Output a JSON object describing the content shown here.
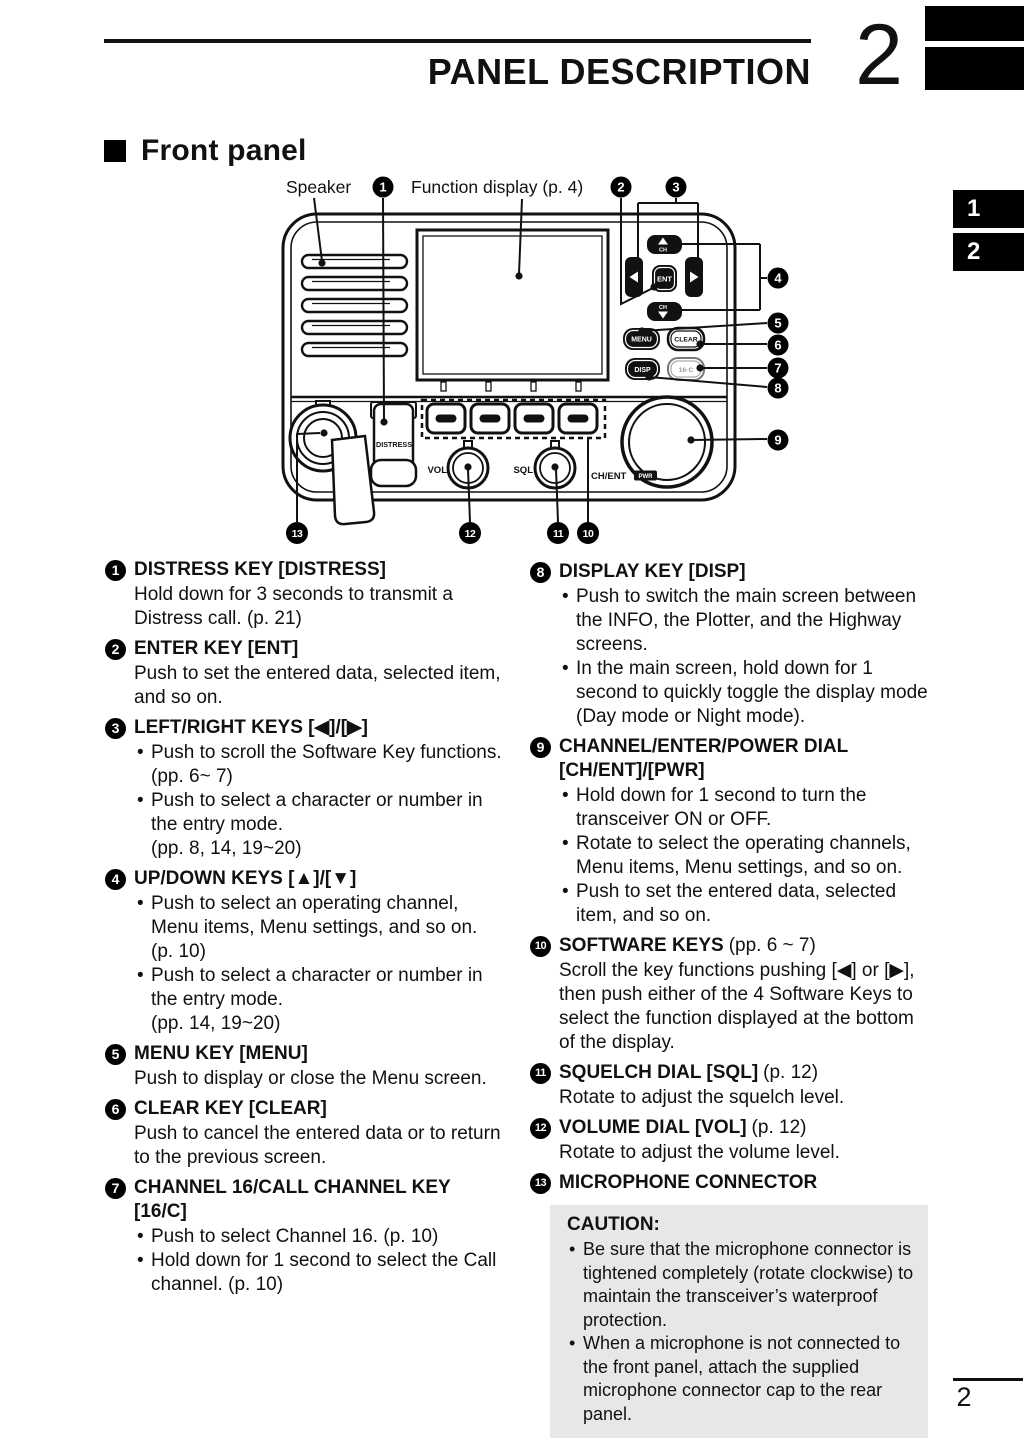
{
  "header": {
    "title": "PANEL DESCRIPTION",
    "chapter_number": "2"
  },
  "side_tabs": {
    "tab1": "1",
    "tab2": "2"
  },
  "section": {
    "heading": "Front panel"
  },
  "diagram": {
    "labels": {
      "speaker": "Speaker",
      "function_display": "Function display (p. 4)",
      "distress": "DISTRESS",
      "vol": "VOL",
      "sql": "SQL",
      "ch_ent": "CH/ENT",
      "pwr": "PWR",
      "ch": "CH"
    },
    "buttons": {
      "ent": "ENT",
      "menu": "MENU",
      "clear": "CLEAR",
      "disp": "DISP",
      "ch16": "16·C"
    },
    "callouts": [
      "1",
      "2",
      "3",
      "4",
      "5",
      "6",
      "7",
      "8",
      "9",
      "10",
      "11",
      "12",
      "13"
    ]
  },
  "items": [
    {
      "num": "1",
      "title": "DISTRESS KEY [DISTRESS]",
      "paragraphs": [
        "Hold down for 3 seconds to transmit a Distress call. (p. 21)"
      ]
    },
    {
      "num": "2",
      "title": "ENTER KEY [ENT]",
      "paragraphs": [
        "Push to set the entered data, selected item, and so on."
      ]
    },
    {
      "num": "3",
      "title": "LEFT/RIGHT KEYS [◀]/[▶]",
      "bullets": [
        "Push to scroll the Software Key functions. (pp. 6~ 7)",
        "Push to select a character or number in the entry mode.\n(pp. 8, 14, 19~20)"
      ]
    },
    {
      "num": "4",
      "title": "UP/DOWN KEYS [▲]/[▼]",
      "bullets": [
        "Push to select an operating channel, Menu items, Menu settings, and so on.\n(p. 10)",
        "Push to select a character or number in the entry mode.\n(pp. 14, 19~20)"
      ]
    },
    {
      "num": "5",
      "title": "MENU KEY [MENU]",
      "paragraphs": [
        "Push to display or close the Menu screen."
      ]
    },
    {
      "num": "6",
      "title": "CLEAR KEY [CLEAR]",
      "paragraphs": [
        "Push to cancel the entered data or to return to the previous screen."
      ]
    },
    {
      "num": "7",
      "title": "CHANNEL 16/CALL CHANNEL KEY\n[16/C]",
      "bullets": [
        "Push to select Channel 16. (p. 10)",
        "Hold down for 1 second to select the Call channel. (p. 10)"
      ]
    },
    {
      "num": "8",
      "title": "DISPLAY KEY [DISP]",
      "bullets": [
        "Push to switch the main screen between the INFO, the Plotter, and the Highway screens.",
        "In the main screen, hold down for 1 second to quickly toggle the display mode (Day mode or Night mode)."
      ]
    },
    {
      "num": "9",
      "title": "CHANNEL/ENTER/POWER DIAL\n[CH/ENT]/[PWR]",
      "bullets": [
        "Hold down for 1 second to turn the transceiver ON or OFF.",
        "Rotate to select the operating channels, Menu items, Menu settings, and so on.",
        "Push to set the entered data, selected item, and so on."
      ]
    },
    {
      "num": "10",
      "title": "SOFTWARE KEYS",
      "ref": "(pp. 6 ~ 7)",
      "paragraphs": [
        "Scroll the key functions pushing [◀] or [▶], then push either of the 4 Software Keys to select the function displayed at the bottom of the display."
      ]
    },
    {
      "num": "11",
      "title": "SQUELCH DIAL [SQL]",
      "ref": "(p. 12)",
      "paragraphs": [
        "Rotate to adjust the squelch level."
      ]
    },
    {
      "num": "12",
      "title": "VOLUME DIAL [VOL]",
      "ref": "(p. 12)",
      "paragraphs": [
        "Rotate to adjust the volume level."
      ]
    },
    {
      "num": "13",
      "title": "MICROPHONE CONNECTOR"
    }
  ],
  "caution": {
    "heading": "CAUTION:",
    "bullets": [
      "Be sure that the microphone connector is tightened completely (rotate clockwise) to maintain the transceiver’s waterproof protection.",
      "When a microphone is not connected to the front panel, attach the supplied microphone connector cap to the rear panel."
    ]
  },
  "footer": {
    "page_number": "2"
  }
}
